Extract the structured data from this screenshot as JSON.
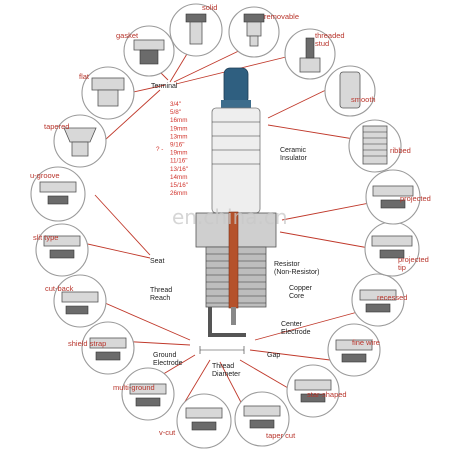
{
  "terminals": {
    "solid": "solid",
    "removable": "removable",
    "threaded_stud": "threaded\nstud",
    "smooth": "smooth",
    "ribbed": "ribbed",
    "gasket": "gasket",
    "flat": "flat",
    "tapered": "tapered"
  },
  "electrodes": {
    "u_groove": "u-groove",
    "slit_type": "slit type",
    "cut_back": "cut-back",
    "shield_strap": "shield strap",
    "multi_ground": "multi-ground",
    "v_cut": "v-cut",
    "taper_cut": "taper cut",
    "star_shaped": "star-shaped",
    "fine_wire": "fine wire",
    "recessed": "recessed",
    "projected_tip": "projected\ntip",
    "projected": "projected"
  },
  "parts": {
    "terminal": "Terminal",
    "ceramic_insulator": "Ceramic\nInsulator",
    "seat": "Seat",
    "resistor": "Resistor\n(Non-Resistor)",
    "thread_reach": "Thread\nReach",
    "copper_core": "Copper\nCore",
    "center_electrode": "Center\nElectrode",
    "ground_electrode": "Ground\nElectrode",
    "thread_diameter": "Thread\nDiameter",
    "gap": "Gap"
  },
  "sizes": [
    "3/4\"",
    "5/8\"",
    "16mm",
    "19mm",
    "13mm",
    "9/16\"",
    "19mm",
    "11/16\"",
    "13/16\"",
    "14mm",
    "15/16\"",
    "26mm"
  ],
  "size_unknown": "? -",
  "watermark": "en.china.cn",
  "colors": {
    "label": "#b8352c",
    "size": "#d1322b",
    "copper": "#b5522b",
    "terminal": "#2f5f80"
  }
}
